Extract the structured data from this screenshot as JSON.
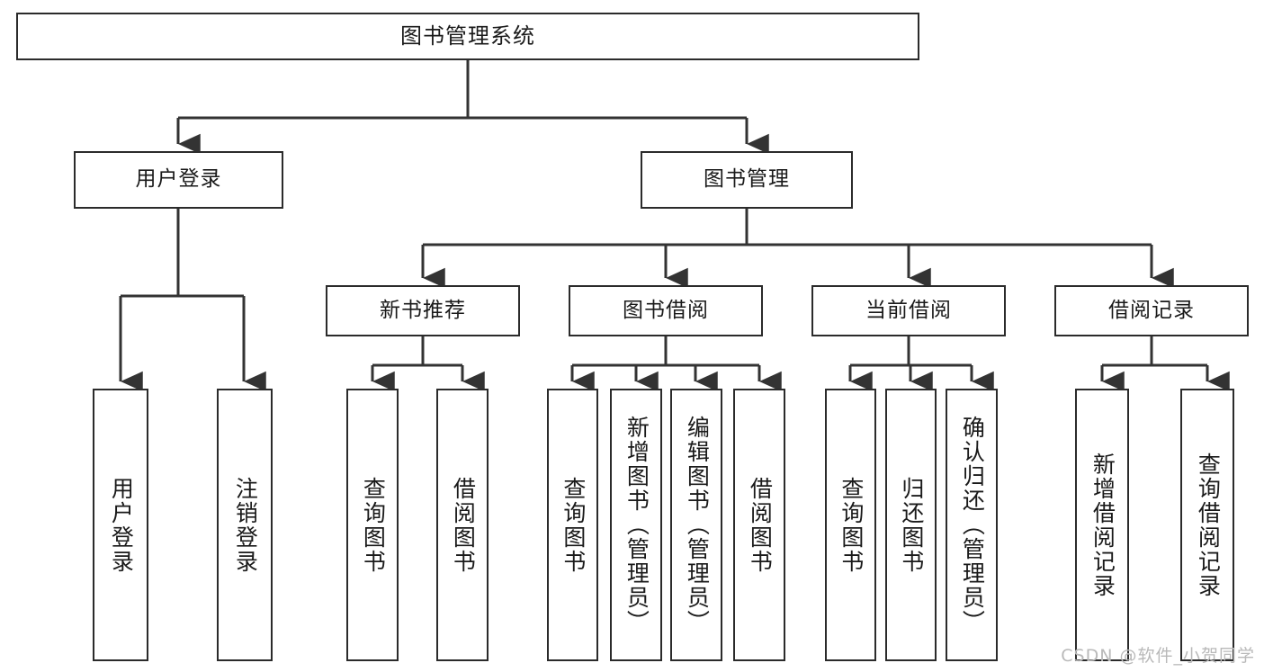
{
  "diagram": {
    "title": "图书管理系统",
    "type": "tree-hierarchy-chart",
    "watermark": "CSDN @软件_小贺同学",
    "colors": {
      "background": "#ffffff",
      "box_border": "#2b2b2b",
      "box_fill": "#ffffff",
      "text": "#1a1a1a",
      "connector": "#333333",
      "watermark": "#b9b9b9"
    },
    "root": {
      "label": "图书管理系统"
    },
    "level2": [
      {
        "label": "用户登录"
      },
      {
        "label": "图书管理"
      }
    ],
    "level3": [
      {
        "label": "新书推荐"
      },
      {
        "label": "图书借阅"
      },
      {
        "label": "当前借阅"
      },
      {
        "label": "借阅记录"
      }
    ],
    "leaves": {
      "user_login": [
        {
          "label": "用户登录"
        },
        {
          "label": "注销登录"
        }
      ],
      "new_book_recommend": [
        {
          "label": "查询图书"
        },
        {
          "label": "借阅图书"
        }
      ],
      "book_borrow": [
        {
          "label": "查询图书"
        },
        {
          "label": "新增图书（管理员）"
        },
        {
          "label": "编辑图书（管理员）"
        },
        {
          "label": "借阅图书"
        }
      ],
      "current_borrow": [
        {
          "label": "查询图书"
        },
        {
          "label": "归还图书"
        },
        {
          "label": "确认归还（管理员）"
        }
      ],
      "borrow_record": [
        {
          "label": "新增借阅记录"
        },
        {
          "label": "查询借阅记录"
        }
      ]
    }
  }
}
